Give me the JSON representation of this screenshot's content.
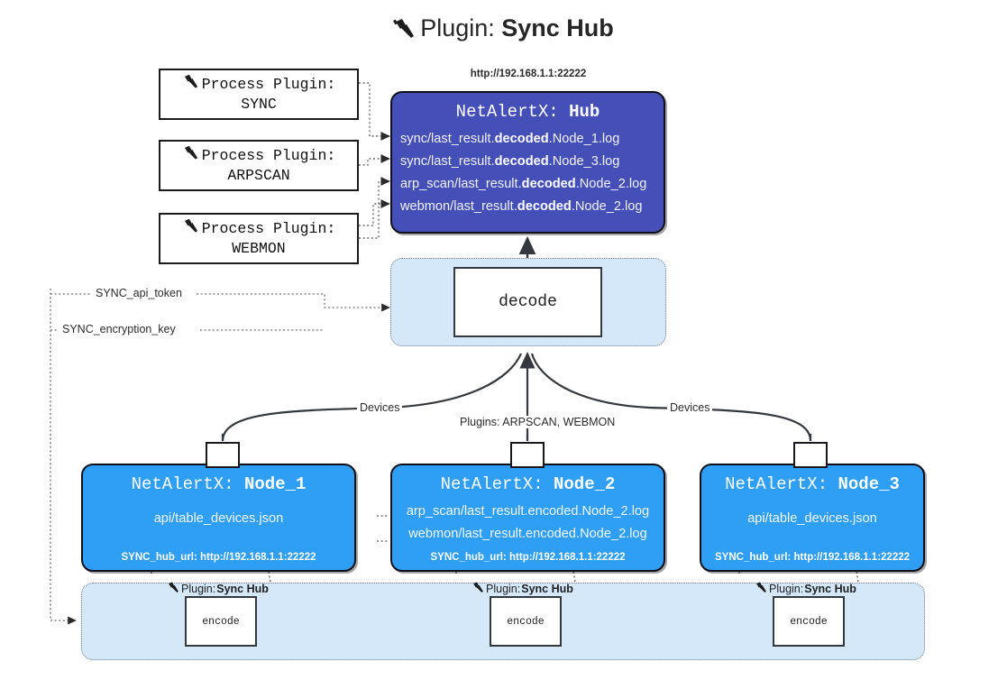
{
  "title": {
    "icon": "plug-icon",
    "plain": "Plugin: ",
    "bold": "Sync Hub"
  },
  "process_plugins": [
    {
      "icon": "plug-icon",
      "heading": "Process Plugin:",
      "name": "SYNC"
    },
    {
      "icon": "plug-icon",
      "heading": "Process Plugin:",
      "name": "ARPSCAN"
    },
    {
      "icon": "plug-icon",
      "heading": "Process Plugin:",
      "name": "WEBMON"
    }
  ],
  "hub": {
    "url": "http://192.168.1.1:22222",
    "title_plain": "NetAlertX: ",
    "title_bold": "Hub",
    "log_lines": [
      {
        "pre": "sync/last_result.",
        "strong": "decoded",
        "post": ".Node_1.log"
      },
      {
        "pre": "sync/last_result.",
        "strong": "decoded",
        "post": ".Node_3.log"
      },
      {
        "pre": "arp_scan/last_result.",
        "strong": "decoded",
        "post": ".Node_2.log"
      },
      {
        "pre": "webmon/last_result.",
        "strong": "decoded",
        "post": ".Node_2.log"
      }
    ]
  },
  "decode": {
    "label": "decode"
  },
  "settings": {
    "api_token": "SYNC_api_token",
    "encryption_key": "SYNC_encryption_key"
  },
  "edges": {
    "devices_left": "Devices",
    "devices_right": "Devices",
    "plugins_mid": "Plugins: ARPSCAN, WEBMON"
  },
  "nodes": [
    {
      "title_plain": "NetAlertX: ",
      "title_bold": "Node_1",
      "lines": [
        "api/table_devices.json"
      ],
      "footer": "SYNC_hub_url: http://192.168.1.1:22222",
      "envelope_icon": "envelope-icon"
    },
    {
      "title_plain": "NetAlertX: ",
      "title_bold": "Node_2",
      "lines": [
        "arp_scan/last_result.encoded.Node_2.log",
        "webmon/last_result.encoded.Node_2.log"
      ],
      "footer": "SYNC_hub_url: http://192.168.1.1:22222",
      "envelope_icon": "envelope-icon"
    },
    {
      "title_plain": "NetAlertX: ",
      "title_bold": "Node_3",
      "lines": [
        "api/table_devices.json"
      ],
      "footer": "SYNC_hub_url: http://192.168.1.1:22222",
      "envelope_icon": "envelope-icon"
    }
  ],
  "encoders": [
    {
      "caption_plain": "Plugin: ",
      "caption_bold": "Sync Hub",
      "label": "encode",
      "icon": "plug-icon"
    },
    {
      "caption_plain": "Plugin: ",
      "caption_bold": "Sync Hub",
      "label": "encode",
      "icon": "plug-icon"
    },
    {
      "caption_plain": "Plugin: ",
      "caption_bold": "Sync Hub",
      "label": "encode",
      "icon": "plug-icon"
    }
  ],
  "colors": {
    "hub_bg": "#4450b8",
    "node_bg": "#2f9ef5",
    "cluster_bg": "#d4e8fa",
    "stroke": "#33393f"
  }
}
